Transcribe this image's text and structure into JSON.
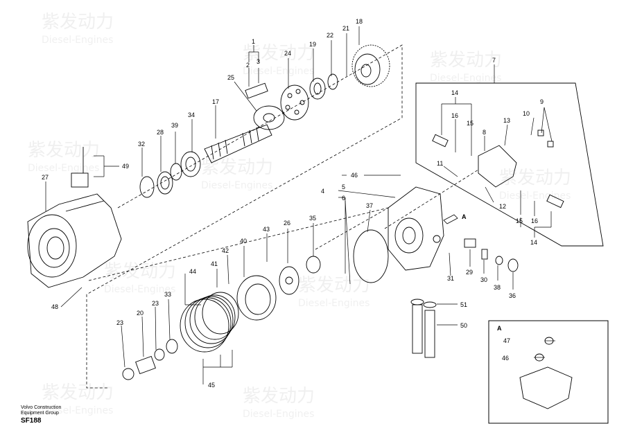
{
  "watermark": {
    "brand_cn": "紫发动力",
    "brand_en": "Diesel-Engines"
  },
  "footer": {
    "line1": "Volvo Construction",
    "line2": "Equipment Group",
    "code": "SF188"
  },
  "detail_view_label": "A",
  "arrow_label": "A",
  "callouts": [
    "1",
    "2",
    "3",
    "4",
    "5",
    "6",
    "7",
    "8",
    "9",
    "10",
    "11",
    "12",
    "13",
    "14",
    "15",
    "16",
    "17",
    "18",
    "19",
    "20",
    "21",
    "22",
    "23",
    "24",
    "25",
    "26",
    "27",
    "28",
    "29",
    "30",
    "31",
    "32",
    "33",
    "34",
    "35",
    "36",
    "37",
    "38",
    "39",
    "40",
    "41",
    "42",
    "43",
    "44",
    "45",
    "46",
    "47",
    "48",
    "49",
    "50",
    "51"
  ],
  "style": {
    "line_color": "#000000",
    "background": "#ffffff"
  }
}
